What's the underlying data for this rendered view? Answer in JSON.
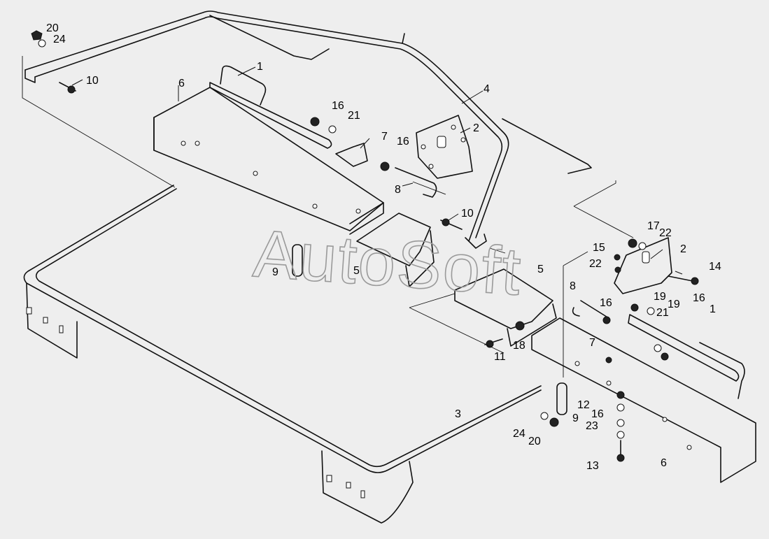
{
  "watermark": "AutoSoft",
  "labels": [
    "1",
    "2",
    "3",
    "4",
    "5",
    "6",
    "7",
    "8",
    "9",
    "10",
    "11",
    "12",
    "13",
    "14",
    "15",
    "16",
    "17",
    "18",
    "19",
    "20",
    "21",
    "22",
    "23",
    "24"
  ]
}
